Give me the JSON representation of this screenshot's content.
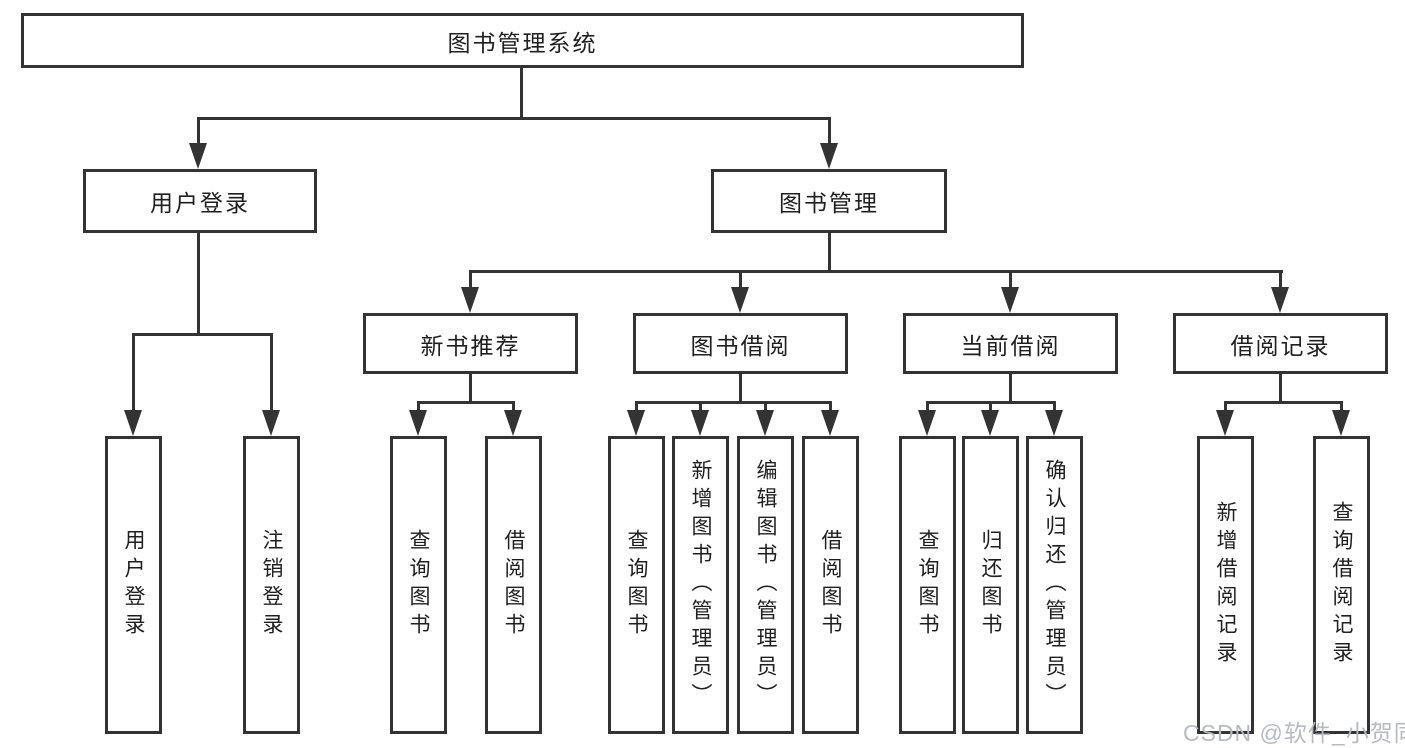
{
  "colors": {
    "background": "#ffffff",
    "line": "#333333",
    "box_border": "#333333",
    "text": "#1f1f1f",
    "watermark": "#b7bbc1"
  },
  "tree": {
    "root": "图书管理系统",
    "level2": [
      "用户登录",
      "图书管理"
    ],
    "level3": [
      "新书推荐",
      "图书借阅",
      "当前借阅",
      "借阅记录"
    ],
    "leaves": [
      "用户登录",
      "注销登录",
      "查询图书",
      "借阅图书",
      "查询图书",
      "新增图书（管理员）",
      "编辑图书（管理员）",
      "借阅图书",
      "查询图书",
      "归还图书",
      "确认归还（管理员）",
      "新增借阅记录",
      "查询借阅记录"
    ]
  },
  "watermark": "CSDN @软件_小贺同学"
}
